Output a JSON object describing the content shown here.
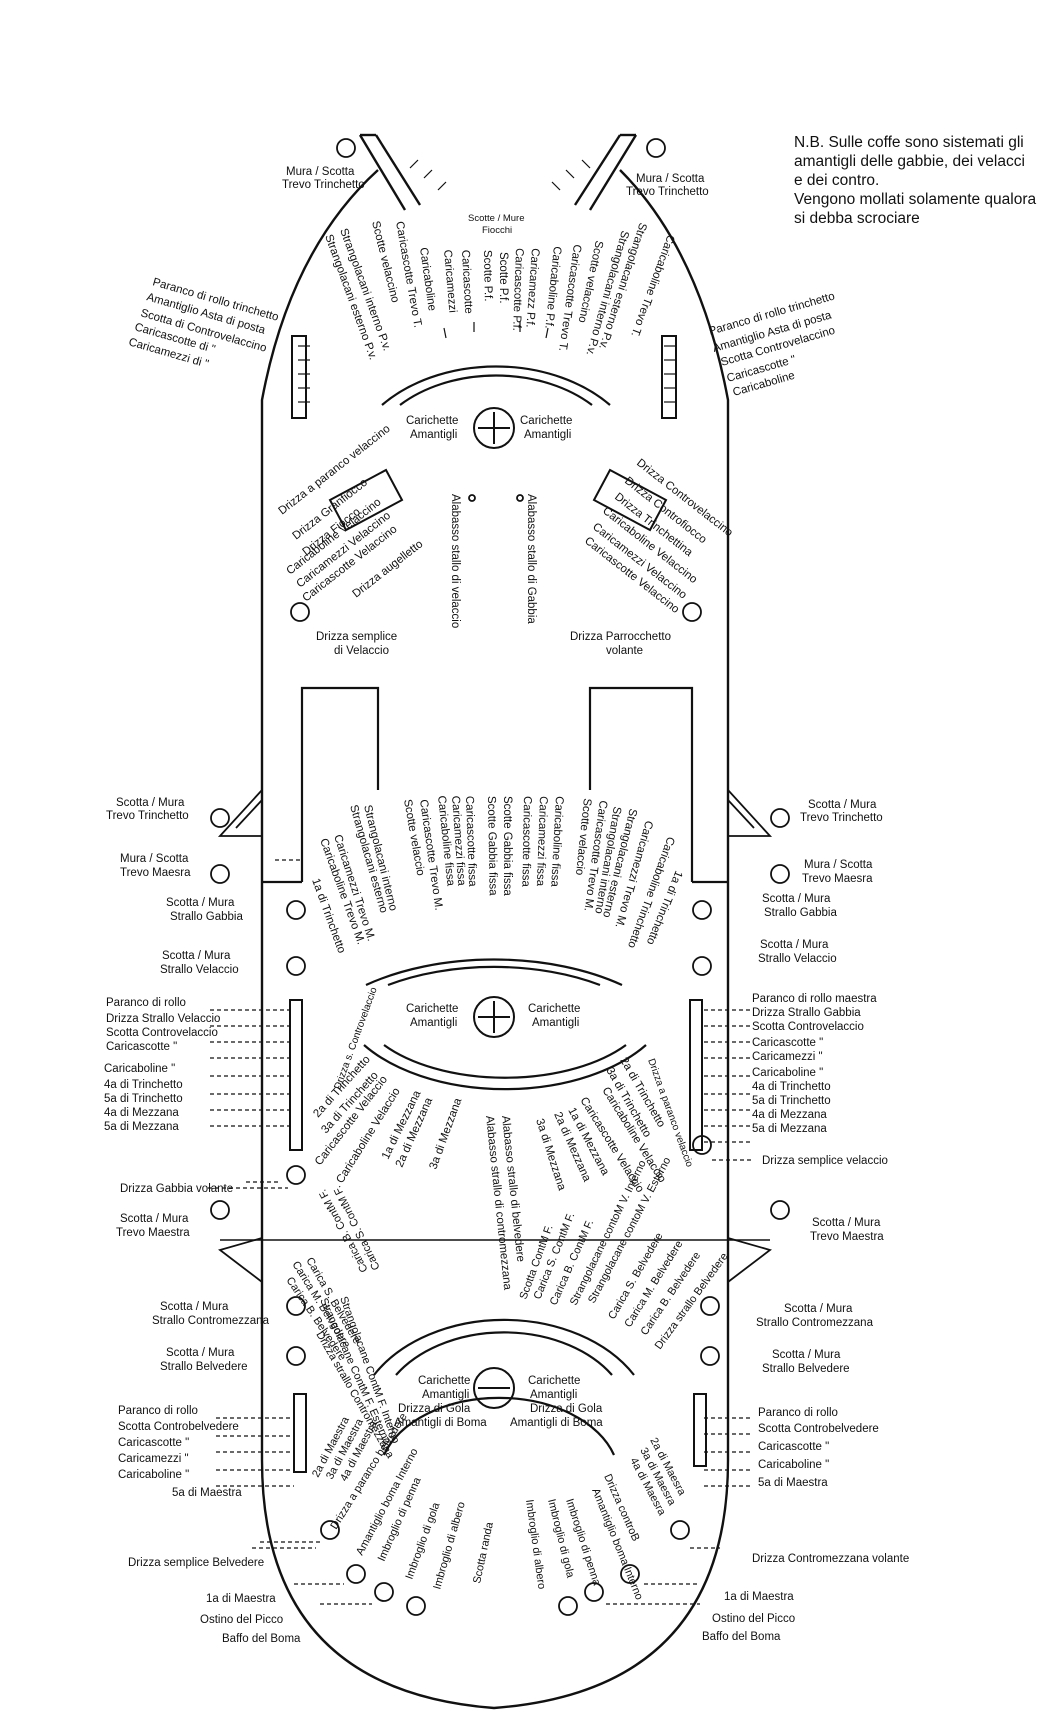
{
  "note": {
    "lines": [
      "N.B. Sulle coffe sono sistemati gli",
      "amantigli delle gabbie, dei velacci",
      "e dei contro.",
      "Vengono mollati solamente qualora",
      " si debba scrociare"
    ]
  },
  "fore_section": {
    "left_corner": [
      "Mura / Scotta",
      "Trevo Trinchetto"
    ],
    "right_corner": [
      "Mura / Scotta",
      "Trevo Trinchetto"
    ],
    "center_block": [
      "Scotte / Mure",
      "Fiocchi"
    ],
    "arc_left": [
      "Strangolacani esterno P.v.",
      "Strangolacani interno P.v.",
      "Scotte velaccino",
      "Caricascotte Trevo T.",
      "Caricaboline",
      "Caricamezzi",
      "Caricascotte",
      "Scotte P.f.",
      "Scotte P.f.",
      "Caricascotte P.f.",
      "Caricamezz P.f."
    ],
    "arc_right": [
      "Caricaboline P.f.",
      "Caricascotte Trevo T.",
      "Scotte velaccino",
      "Strangolacani interno P.v.",
      "Strangolacani esterno P.v.",
      "Caricaboline Trevo T."
    ],
    "rail_left": [
      "Paranco di rollo trinchetto",
      "Amantiglio Asta di posta",
      "Scotta di Controvelaccino",
      "Caricascotte di     \"",
      "Caricamezzi di       \""
    ],
    "rail_right": [
      "Paranco di rollo trinchetto",
      "Amantiglio Asta di posta",
      "Scotta Controvelaccino",
      "Caricascotte     \"",
      "Caricaboline"
    ],
    "bitt_left": [
      "Carichette",
      "Amantigli"
    ],
    "bitt_right": [
      "Carichette",
      "Amantigli"
    ],
    "fan_left": [
      "Drizza a paranco velaccino",
      "Drizza Granfiocco",
      "Drizza Fiocco",
      "Caricaboline Velaccino",
      "Caricamezzi Velaccino",
      "Caricascotte Velaccino",
      "Drizza augelletto"
    ],
    "fan_right": [
      "Drizza Controvelaccino",
      "Drizza Controfiocco",
      "Drizza Trinchettina",
      "Caricaboline Velaccino",
      "Caricamezzi Velaccino",
      "Caricascotte Velaccino"
    ],
    "stay_left": "Alabasso stallo di velaccio",
    "stay_right": "Alabasso stallo di Gabbia",
    "halyard_left": [
      "Drizza semplice",
      "di Velaccio"
    ],
    "halyard_right": [
      "Drizza Parrocchetto",
      "volante"
    ]
  },
  "main_section": {
    "arc_labels": [
      "Caricaboline Trevo M.",
      "Caricamezzi Trevo M.",
      "Strangolacani esterno",
      "Strangolacani interno",
      "Scotte velaccio",
      "Caricascotte Trevo M.",
      "Caricaboline fissa",
      "Caricamezzi fissa",
      "Caricascotte fissa",
      "Scotte Gabbia fissa",
      "Scotte Gabbia fissa",
      "Caricascotte fissa",
      "Caricamezzi fissa",
      "Caricaboline fissa",
      "Scotte velaccio",
      "Caricascotte Trevo M.",
      "Strangolacani interno",
      "Strangolacani esterno",
      "Caricamezzi Trevo M.",
      "Caricaboline Trinchetto",
      "1a di Trinchetto"
    ],
    "left_trinchetto": "1a di Trinchetto",
    "left_labels": [
      [
        "Scotta / Mura",
        "Trevo Trinchetto"
      ],
      [
        "Mura / Scotta",
        "Trevo Maesra"
      ],
      [
        "Scotta / Mura",
        "Strallo Gabbia"
      ],
      [
        "Scotta / Mura",
        "Strallo Velaccio"
      ]
    ],
    "right_labels": [
      [
        "Scotta / Mura",
        "Trevo Trinchetto"
      ],
      [
        "Mura / Scotta",
        "Trevo Maesra"
      ],
      [
        "Scotta / Mura",
        "Strallo Gabbia"
      ],
      [
        "Scotta / Mura",
        "Strallo Velaccio"
      ]
    ],
    "bitt_left": [
      "Carichette",
      "Amantigli"
    ],
    "bitt_right": [
      "Carichette",
      "Amantigli"
    ],
    "rail_left": [
      "Paranco di rollo",
      "Drizza Strallo Velaccio",
      "Scotta Controvelaccio",
      "Caricascotte        \"",
      "Caricaboline        \"",
      "4a di Trinchetto",
      "5a di Trinchetto",
      "4a di Mezzana",
      "5a di Mezzana"
    ],
    "rail_right": [
      "Paranco di rollo maestra",
      "Drizza Strallo Gabbia",
      "Scotta Controvelaccio",
      "Caricascotte        \"",
      "Caricamezzi         \"",
      "Caricaboline        \"",
      "4a di Trinchetto",
      "5a di Trinchetto",
      "4a di Mezzana",
      "5a di Mezzana"
    ],
    "lower_arc_left": [
      "Drizza s. Controvelaccio",
      "2a di Trinchetto",
      "3a di Trinchetto",
      "Caricascotte Velaccio",
      "Caricaboline Velaccio",
      "1a di Mezzana",
      "2a di Mezzana",
      "3a di Mezzana"
    ],
    "lower_arc_right": [
      "Drizza a paranco velaccio",
      "2a di Trinchetto",
      "3a di Trinchetto",
      "Caricaboline Velaccio",
      "Caricascotte Velaccio",
      "1a di Mezzana",
      "2a di Mezzana",
      "3a di Mezzana"
    ],
    "stays": [
      "Alabasso strallo di contromezzana",
      "Alabasso strallo di belvedere"
    ],
    "halyard_left": "Drizza Gabbia volante",
    "halyard_right": "Drizza semplice velaccio",
    "sheet_left": [
      "Scotta / Mura",
      "Trevo Maestra"
    ],
    "sheet_right": [
      "Scotta / Mura",
      "Trevo Maestra"
    ]
  },
  "aft_section": {
    "arc_left": [
      "Carica B. ContM F.",
      "Carica S. ContM F.",
      "Strangolacane ContM F. Interno",
      "Strangolacane ContM F. Esterno",
      "Carica S. Belvedere",
      "Carica M. Belvedere",
      "Carica B. Belvedere",
      "Drizza strallo Contromezzana"
    ],
    "arc_right": [
      "Scotta ContM F.",
      "Carica S. ContM F.",
      "Carica B. ContM F.",
      "Strangolacane contoM V. Interno",
      "Strangolacane contoM V. Esterno",
      "Carica S. Belvedere",
      "Carica M. Belvedere",
      "Carica B. Belvedere",
      "Drizza strallo Belvedere"
    ],
    "left_labels": [
      [
        "Scotta / Mura",
        "Strallo Contromezzana"
      ],
      [
        "Scotta / Mura",
        "Strallo Belvedere"
      ]
    ],
    "right_labels": [
      [
        "Scotta / Mura",
        "Strallo Contromezzana"
      ],
      [
        "Scotta / Mura",
        "Strallo Belvedere"
      ]
    ],
    "bitt_left": [
      "Carichette",
      "Amantigli",
      "Drizza di Gola",
      "Amantigli di Boma"
    ],
    "bitt_right": [
      "Carichette",
      "Amantigli",
      "Drizza di Gola",
      "Amantigli di Boma"
    ],
    "rail_left": [
      "Paranco di rollo",
      "Scotta  Controbelvedere",
      "Caricascotte      \"",
      "Caricamezzi       \"",
      "Caricaboline      \"",
      "5a di Maestra"
    ],
    "rail_right": [
      "Paranco di rollo",
      "Scotta  Controbelvedere",
      "Caricascotte      \"",
      "Caricaboline      \"",
      "5a di Maestra"
    ],
    "fan_left": [
      "2a di Maestra",
      "3a di Maestra",
      "4a di Maestra",
      "Drizza a paranco belvedere",
      "Amantiglio boma Interno",
      "Imbroglio di penna",
      "Imbroglio di gola",
      "Imbroglio di albero",
      "Scotta randa"
    ],
    "fan_right": [
      "2a di Maesra",
      "3a di Maesra",
      "4a di Maesra",
      "Drizza controB",
      "Amantiglio boma Interno",
      "Imbroglio di penna",
      "Imbroglio di gola",
      "Imbroglio di albero"
    ],
    "halyard_left": "Drizza semplice Belvedere",
    "halyard_right": "Drizza Contromezzana volante",
    "bottom_left": [
      "1a di Maestra",
      "Ostino del Picco",
      "Baffo del Boma"
    ],
    "bottom_right": [
      "1a di Maestra",
      "Ostino del Picco",
      "Baffo del Boma"
    ]
  }
}
